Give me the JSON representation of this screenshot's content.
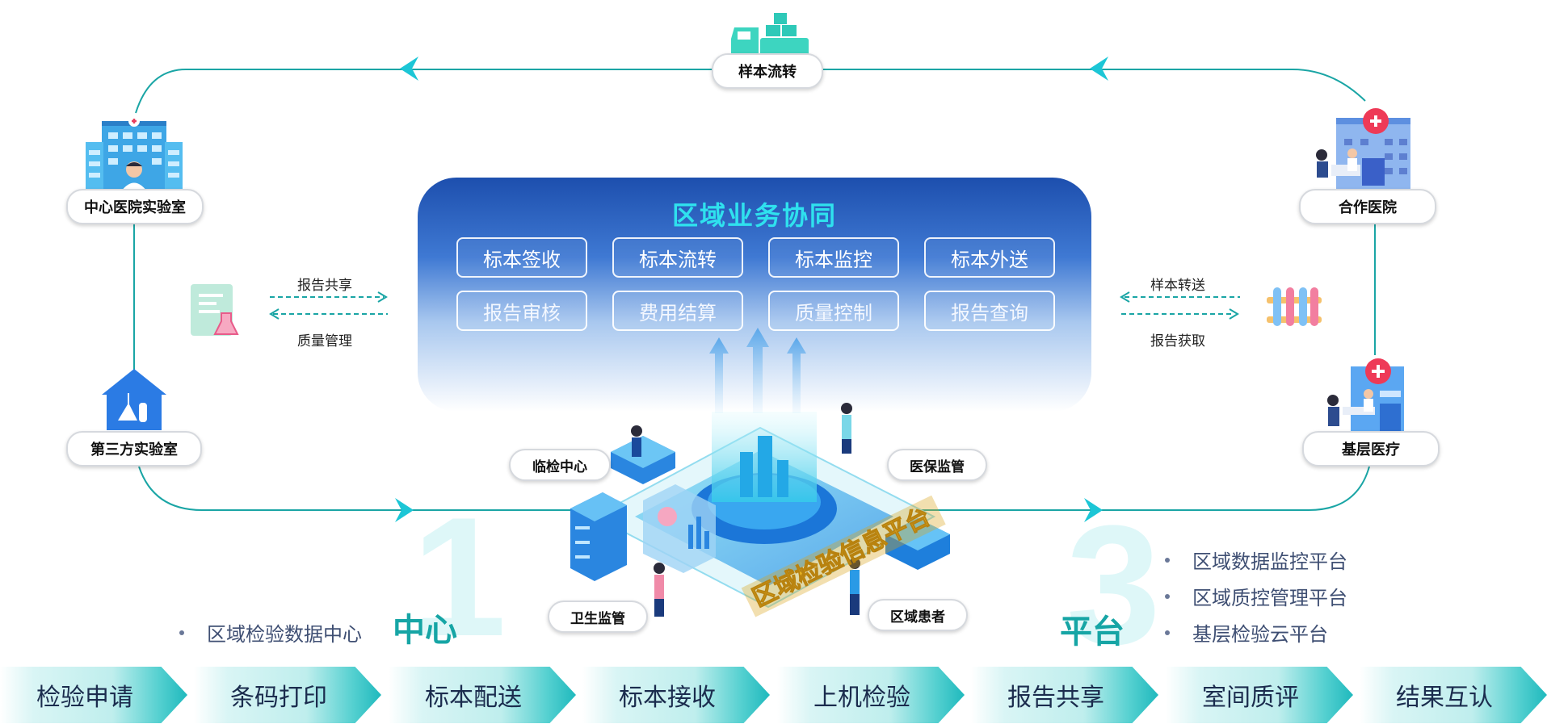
{
  "top_node": {
    "label": "样本流转"
  },
  "nodes": {
    "center_lab": "中心医院实验室",
    "third_lab": "第三方实验室",
    "partner_hospital": "合作医院",
    "primary_care": "基层医疗"
  },
  "panel": {
    "title": "区域业务协同",
    "row1": [
      "标本签收",
      "标本流转",
      "标本监控",
      "标本外送"
    ],
    "row2": [
      "报告审核",
      "费用结算",
      "质量控制",
      "报告查询"
    ]
  },
  "left_exchange": {
    "top": "报告共享",
    "bottom": "质量管理"
  },
  "right_exchange": {
    "top": "样本转送",
    "bottom": "报告获取"
  },
  "platform": {
    "name": "区域检验信息平台",
    "roles": {
      "clinical_center": "临检中心",
      "insurance": "医保监管",
      "health": "卫生监管",
      "patients": "区域患者"
    }
  },
  "left_block": {
    "number": "1",
    "title": "中心",
    "bullets": [
      "区域检验数据中心"
    ]
  },
  "right_block": {
    "number": "3",
    "title": "平台",
    "bullets": [
      "区域数据监控平台",
      "区域质控管理平台",
      "基层检验云平台"
    ]
  },
  "steps": [
    "检验申请",
    "条码打印",
    "标本配送",
    "标本接收",
    "上机检验",
    "报告共享",
    "室间质评",
    "结果互认"
  ],
  "colors": {
    "teal": "#14a3a3",
    "line": "#1aa5a5",
    "arrow": "#1cc6d6",
    "panel_top": "#1d4fae",
    "title_cyan": "#2fe1ee"
  }
}
